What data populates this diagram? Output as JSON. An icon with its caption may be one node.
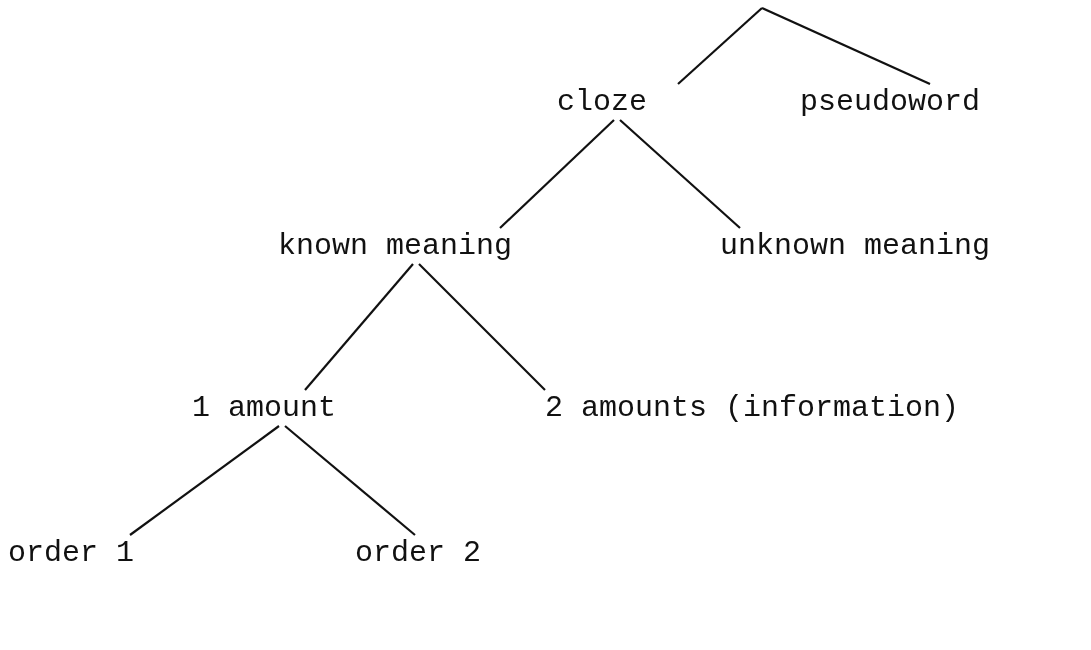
{
  "diagram": {
    "nodes": [
      {
        "text": [
          "cloze"
        ]
      },
      {
        "text": [
          "pseudoword"
        ]
      },
      {
        "text": [
          "known meaning"
        ]
      },
      {
        "text": [
          "unknown meaning"
        ]
      },
      {
        "text": [
          "1 amount"
        ]
      },
      {
        "text": [
          "2 amounts (information)"
        ]
      },
      {
        "text": [
          "order 1"
        ]
      },
      {
        "text": [
          "order 2"
        ]
      }
    ],
    "edges": [
      {
        "from": null,
        "to": 0,
        "arrow": "none"
      },
      {
        "from": null,
        "to": 1,
        "arrow": "none"
      },
      {
        "from": 0,
        "to": 2,
        "arrow": "none"
      },
      {
        "from": 0,
        "to": 3,
        "arrow": "none"
      },
      {
        "from": 2,
        "to": 4,
        "arrow": "none"
      },
      {
        "from": 2,
        "to": 5,
        "arrow": "none"
      },
      {
        "from": 4,
        "to": 6,
        "arrow": "none"
      },
      {
        "from": 4,
        "to": 7,
        "arrow": "none"
      }
    ]
  }
}
